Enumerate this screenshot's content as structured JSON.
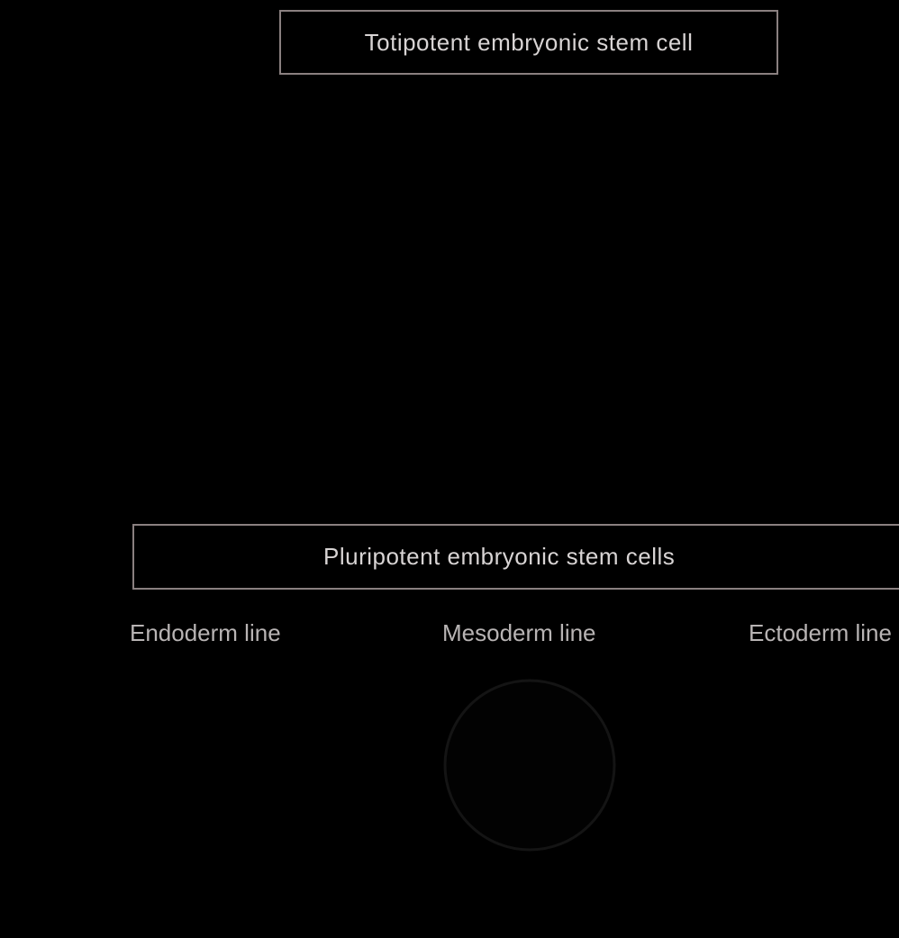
{
  "diagram": {
    "top_box": {
      "label": "Totipotent embryonic stem cell"
    },
    "middle_box": {
      "label": "Pluripotent embryonic stem cells"
    },
    "lineages": [
      {
        "label": "Endoderm line"
      },
      {
        "label": "Mesoderm line"
      },
      {
        "label": "Ectoderm line"
      }
    ]
  },
  "colors": {
    "background": "#000000",
    "box_border": "#8a8080",
    "text": "#d8d4d4",
    "circle_stroke": "#141414"
  }
}
